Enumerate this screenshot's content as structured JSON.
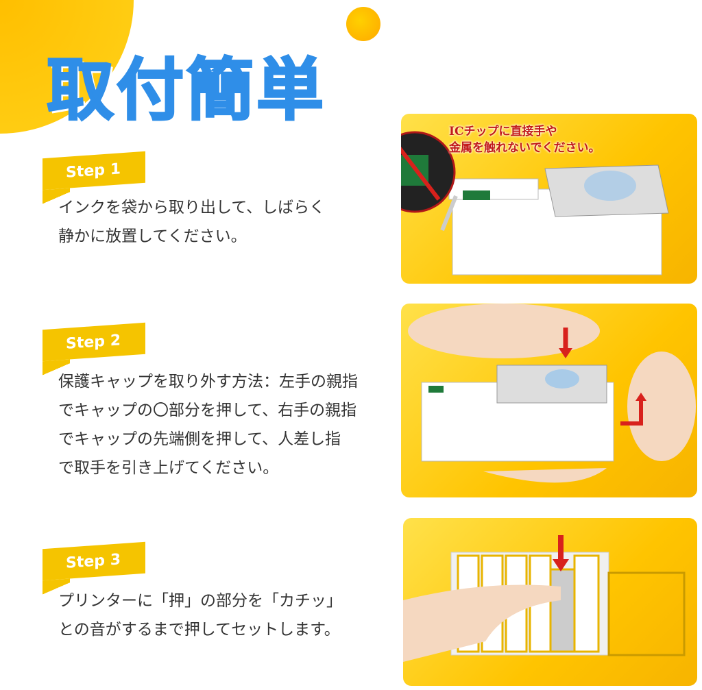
{
  "title": "取付簡単",
  "steps": [
    {
      "label": "Step 1",
      "lines": [
        "インクを袋から取り出して、しばらく",
        "静かに放置してください。"
      ]
    },
    {
      "label": "Step 2",
      "lines": [
        "保護キャップを取り外す方法：左手の親指",
        "でキャップの〇部分を押して、右手の親指",
        "でキャップの先端側を押して、人差し指",
        "で取手を引き上げてください。"
      ]
    },
    {
      "label": "Step 3",
      "lines": [
        "プリンターに「押」の部分を「カチッ」",
        "との音がするまで押してセットします。"
      ]
    }
  ],
  "panel1_caution": [
    "ICチップに直接手や",
    "金属を触れないでください。"
  ],
  "colors": {
    "title": "#2f8ee8",
    "accent": "#f5c400",
    "caution": "#c21a1a"
  }
}
